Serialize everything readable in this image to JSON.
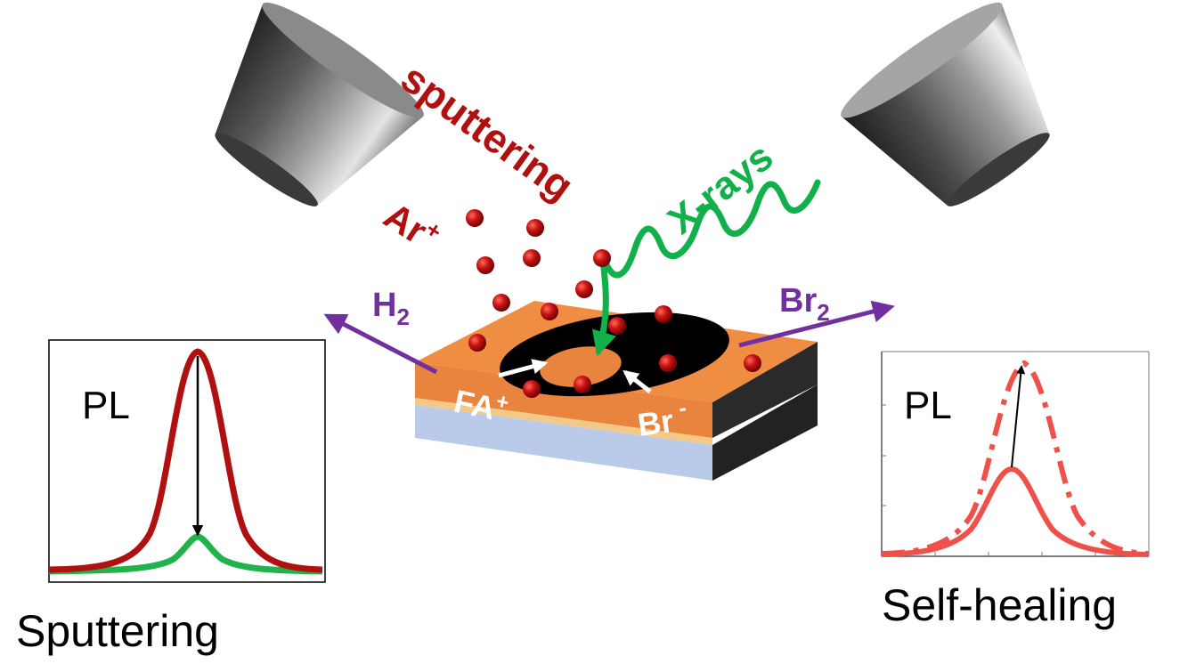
{
  "labels": {
    "sputtering": "sputtering",
    "ar_ion": "Ar",
    "ar_charge": "+",
    "xrays": "X-rays",
    "h2_base": "H",
    "h2_sub": "2",
    "br2_base": "Br",
    "br2_sub": "2",
    "fa_base": "FA",
    "fa_charge": "+",
    "br_base": "Br",
    "br_charge": "-"
  },
  "panels": {
    "left": {
      "axis_label": "PL",
      "caption": "Sputtering"
    },
    "right": {
      "axis_label": "PL",
      "caption": "Self-healing"
    }
  },
  "colors": {
    "sputter_red": "#b01010",
    "xray_green": "#12b04a",
    "arrow_purple": "#7030a0",
    "perovskite_orange": "#e8843e",
    "substrate_blue": "#b9cbe8",
    "pl_before": "#b01010",
    "pl_after": "#22b24c",
    "healing_red": "#f0504a"
  },
  "icons": [
    "ion-gun-icon",
    "xray-source-icon",
    "arrow-icon"
  ]
}
